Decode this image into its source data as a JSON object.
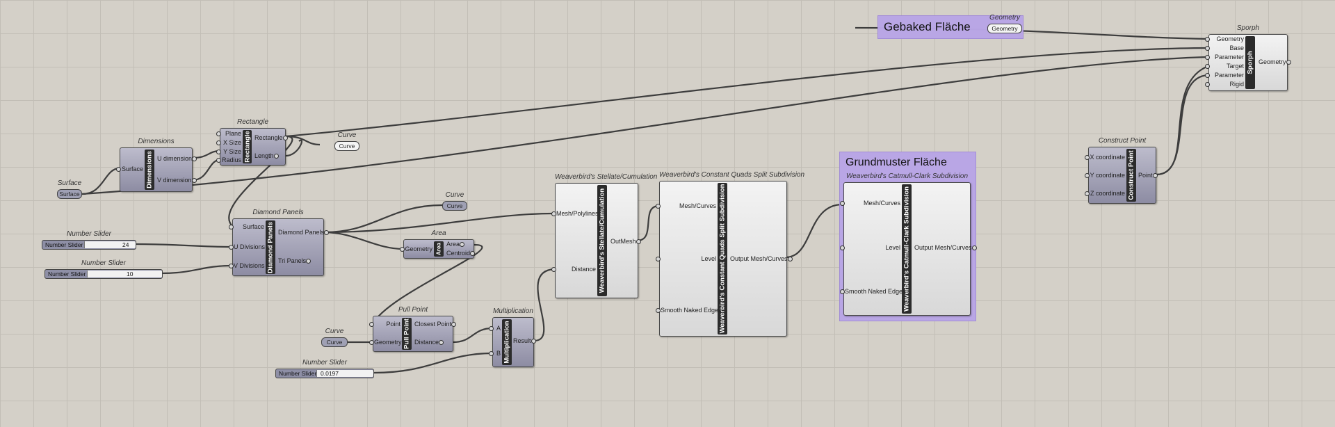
{
  "groups": {
    "gebaked": "Gebaked Fläche",
    "grundmuster": "Grundmuster Fläche"
  },
  "components": {
    "surface_param": {
      "title": "Surface",
      "label": "Surface"
    },
    "dimensions": {
      "title": "Dimensions",
      "name": "Dimensions",
      "in": [
        "Surface"
      ],
      "out": [
        "U dimension",
        "V dimension"
      ]
    },
    "rectangle": {
      "title": "Rectangle",
      "name": "Rectangle",
      "in": [
        "Plane",
        "X Size",
        "Y Size",
        "Radius"
      ],
      "out": [
        "Rectangle",
        "Length"
      ]
    },
    "curve_param_top": {
      "title": "Curve",
      "label": "Curve"
    },
    "slider1": {
      "title": "Number Slider",
      "label": "Number Slider",
      "value": "24"
    },
    "slider2": {
      "title": "Number Slider",
      "label": "Number Slider",
      "value": "10"
    },
    "diamond": {
      "title": "Diamond Panels",
      "name": "Diamond Panels",
      "in": [
        "Surface",
        "U Divisions",
        "V Divisions"
      ],
      "out": [
        "Diamond Panels",
        "Tri Panels"
      ]
    },
    "curve_param_mid": {
      "title": "Curve",
      "label": "Curve"
    },
    "area": {
      "title": "Area",
      "name": "Area",
      "in": [
        "Geometry"
      ],
      "out": [
        "Area",
        "Centroid"
      ]
    },
    "curve_param_low": {
      "title": "Curve",
      "label": "Curve"
    },
    "pullpoint": {
      "title": "Pull Point",
      "name": "Pull Point",
      "in": [
        "Point",
        "Geometry"
      ],
      "out": [
        "Closest Point",
        "Distance"
      ]
    },
    "multiplication": {
      "title": "Multiplication",
      "name": "Multiplication",
      "in": [
        "A",
        "B"
      ],
      "out": [
        "Result"
      ]
    },
    "slider3": {
      "title": "Number Slider",
      "label": "Number Slider",
      "value": "0.0197"
    },
    "stellate": {
      "title": "Weaverbird's Stellate/Cumulation",
      "name": "Weaverbird's Stellate/Cumulation",
      "in": [
        "Mesh/Polylines",
        "Distance"
      ],
      "out": [
        "OutMesh"
      ]
    },
    "quads": {
      "title": "Weaverbird's Constant Quads Split Subdivision",
      "name": "Weaverbird's Constant Quads Split Subdivision",
      "in": [
        "Mesh/Curves",
        "Level",
        "Smooth Naked Edges"
      ],
      "out": [
        "Output Mesh/Curves"
      ]
    },
    "catmull": {
      "title": "Weaverbird's Catmull-Clark Subdivision",
      "name": "Weaverbird's Catmull-Clark Subdivision",
      "in": [
        "Mesh/Curves",
        "Level",
        "Smooth Naked Edges"
      ],
      "out": [
        "Output Mesh/Curves"
      ]
    },
    "geometry_param": {
      "title": "Geometry",
      "label": "Geometry"
    },
    "sporph": {
      "title": "Sporph",
      "name": "Sporph",
      "in": [
        "Geometry",
        "Base",
        "Parameter",
        "Target",
        "Parameter",
        "Rigid"
      ],
      "out": [
        "Geometry"
      ]
    },
    "construct": {
      "title": "Construct Point",
      "name": "Construct Point",
      "in": [
        "X coordinate",
        "Y coordinate",
        "Z coordinate"
      ],
      "out": [
        "Point"
      ]
    }
  }
}
